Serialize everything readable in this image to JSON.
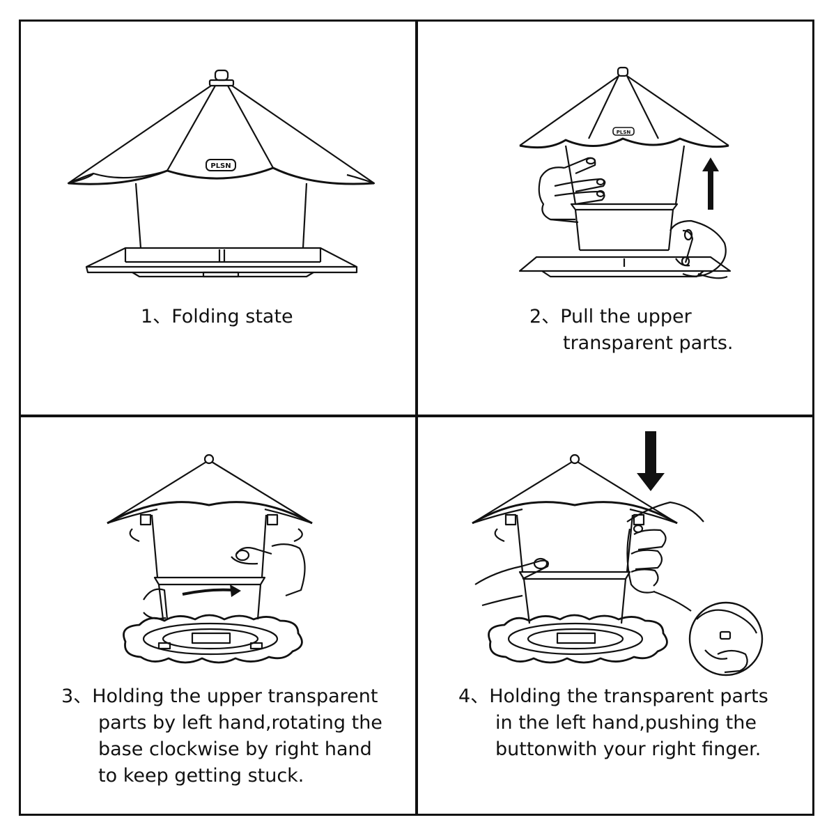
{
  "panels": [
    {
      "step": "1、",
      "lines": [
        "Folding state"
      ],
      "badge": "PLSN"
    },
    {
      "step": "2、",
      "lines": [
        "Pull the upper",
        "transparent parts."
      ],
      "badge": "PLSN"
    },
    {
      "step": "3、",
      "lines": [
        "Holding the upper transparent",
        "parts by left hand,rotating the",
        "base clockwise by right hand",
        "to keep getting stuck."
      ]
    },
    {
      "step": "4、",
      "lines": [
        "Holding the transparent parts",
        "in the left hand,pushing the",
        "buttonwith your right finger."
      ]
    }
  ],
  "colors": {
    "ink": "#111111",
    "paper": "#ffffff"
  }
}
